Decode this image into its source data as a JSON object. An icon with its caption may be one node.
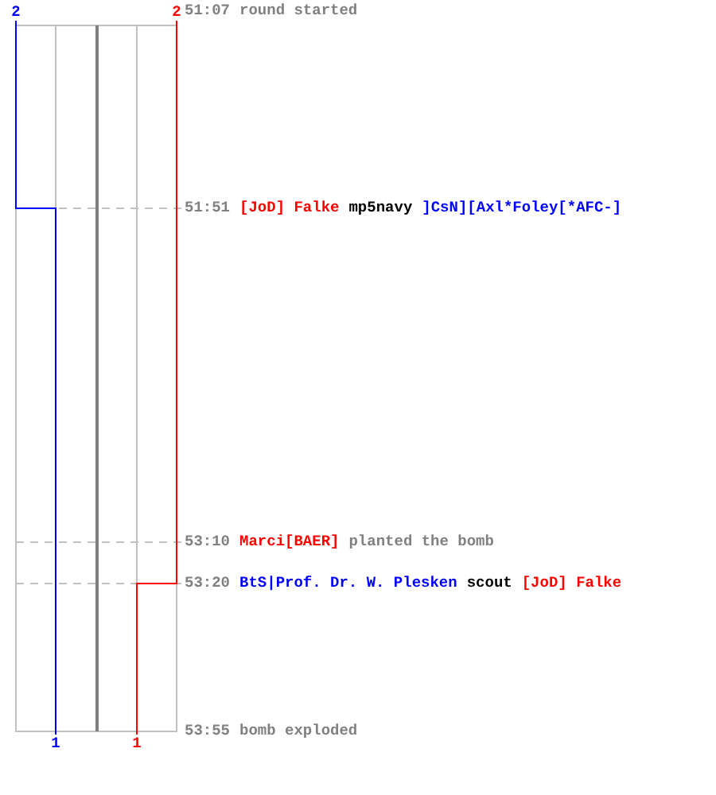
{
  "diagram": {
    "nodes": [
      {
        "text": [
          "2"
        ]
      },
      {
        "text": [
          "2"
        ]
      },
      {
        "text": [
          "1"
        ]
      },
      {
        "text": [
          "1"
        ]
      }
    ],
    "edges": [
      {
        "from": 0,
        "to": 2,
        "arrow": "none",
        "color": "#0000ff"
      },
      {
        "from": 1,
        "to": 3,
        "arrow": "none",
        "color": "#ff0000"
      }
    ],
    "labels": [
      "51:07",
      "round started",
      "51:51",
      "[JoD] Falke",
      "mp5navy",
      "]CsN][Axl*Foley[*AFC-]",
      "53:10",
      "Marci[BAER]",
      "planted the bomb",
      "53:20",
      "BtS|Prof. Dr. W. Plesken",
      "scout",
      "[JoD] Falke",
      "53:55",
      "bomb exploded"
    ]
  }
}
